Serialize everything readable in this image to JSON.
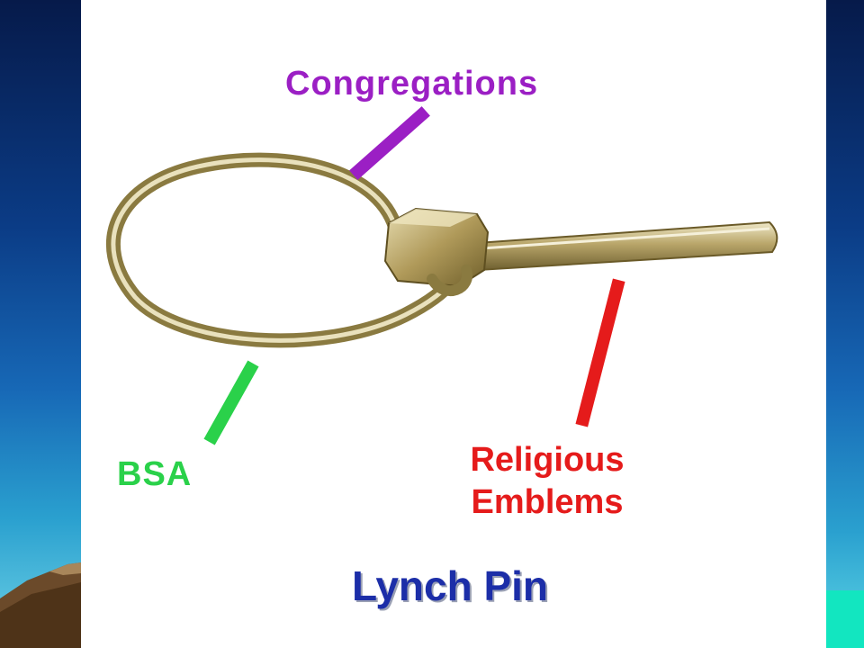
{
  "slide": {
    "label_congregations": "Congregations",
    "label_bsa": "BSA",
    "label_religious_emblems": "Religious Emblems",
    "title": "Lynch Pin"
  },
  "colors": {
    "congregations": "#9b1fc4",
    "bsa": "#2ad14a",
    "religious_emblems": "#e51b1b",
    "title": "#1c2ea8"
  },
  "icons": {
    "pin": "lynch-pin-icon"
  }
}
